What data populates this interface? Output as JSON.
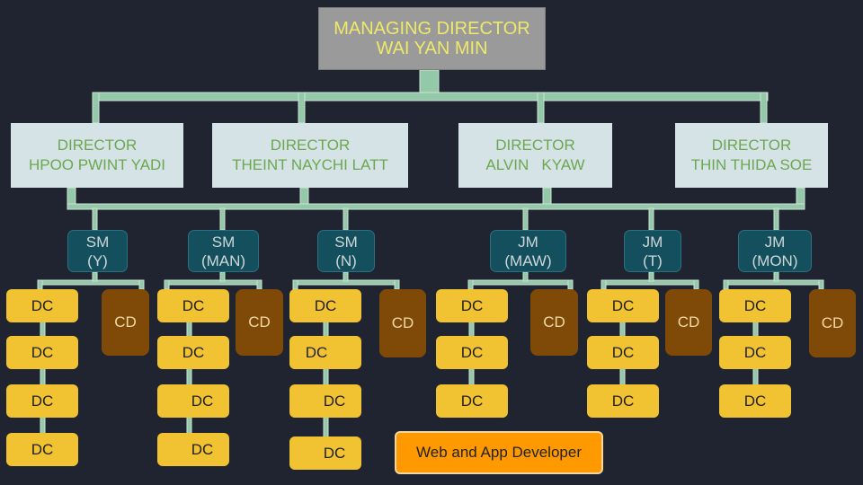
{
  "managing_director": {
    "line1": "MANAGING DIRECTOR",
    "line2": "WAI YAN MIN"
  },
  "directors": [
    {
      "title": "DIRECTOR",
      "name": "HPOO PWINT YADI"
    },
    {
      "title": "DIRECTOR",
      "name": "THEINT NAYCHI LATT"
    },
    {
      "title": "DIRECTOR",
      "name": "ALVIN   KYAW"
    },
    {
      "title": "DIRECTOR",
      "name": "THIN THIDA SOE"
    }
  ],
  "managers": [
    {
      "role": "SM",
      "code": "(Y)"
    },
    {
      "role": "SM",
      "code": "(MAN)"
    },
    {
      "role": "SM",
      "code": "(N)"
    },
    {
      "role": "JM",
      "code": "(MAW)"
    },
    {
      "role": "JM",
      "code": "(T)"
    },
    {
      "role": "JM",
      "code": "(MON)"
    }
  ],
  "dc_label": "DC",
  "cd_label": "CD",
  "web_developer": "Web and App Developer",
  "colors": {
    "background": "#1f2430",
    "connector": "#93c9a8",
    "director_box": "#d6e3e6",
    "director_text": "#6aa84f",
    "manager_box": "#134f5c",
    "dc_box": "#f1c232",
    "cd_box": "#7f4a07",
    "web_developer_box": "#ff9900"
  }
}
